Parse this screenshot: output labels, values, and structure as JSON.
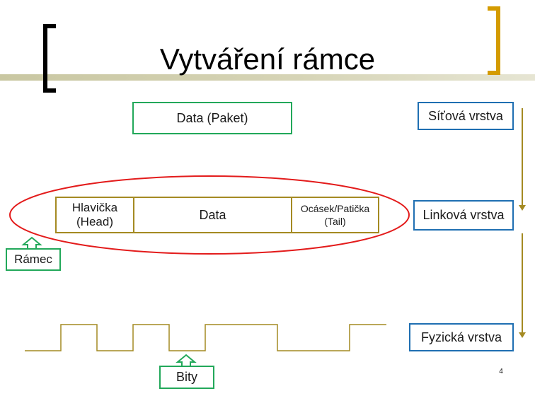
{
  "slide": {
    "title": "Vytváření rámce",
    "page_number": "4"
  },
  "packet": {
    "label": "Data (Paket)"
  },
  "frame": {
    "head_line1": "Hlavička",
    "head_line2": "(Head)",
    "data": "Data",
    "tail_line1": "Ocásek/Patička",
    "tail_line2": "(Tail)"
  },
  "labels": {
    "frame": "Rámec",
    "bits": "Bity"
  },
  "layers": {
    "network": "Síťová vrstva",
    "link": "Linková vrstva",
    "physical": "Fyzická vrstva"
  },
  "colors": {
    "green": "#22a85a",
    "blue": "#1f6fb2",
    "gold": "#a48a22",
    "ellipse": "#e31b1b",
    "accent_bracket": "#d49b00"
  },
  "icons": {
    "left_bracket": "left-bracket-icon",
    "right_bracket": "right-bracket-icon",
    "arrow": "down-arrow-icon",
    "pointer": "up-pointer-icon"
  }
}
